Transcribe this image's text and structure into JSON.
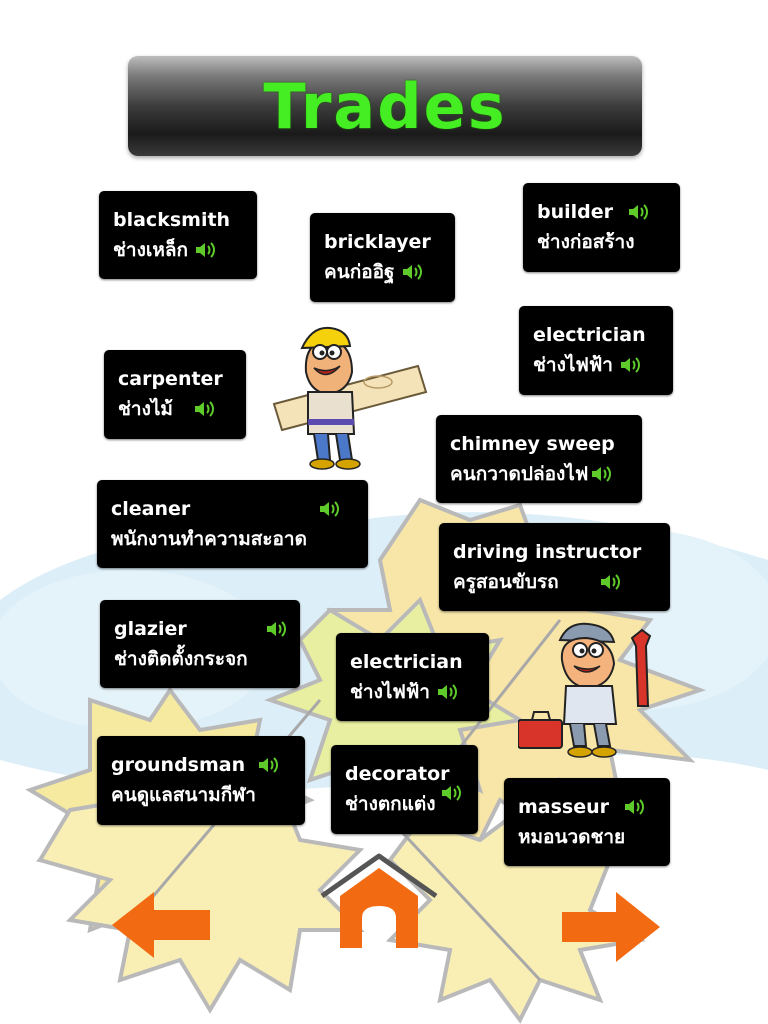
{
  "title": "Trades",
  "colors": {
    "title_green": "#44ee22",
    "card_bg": "#000000",
    "speaker_green": "#5ecb2a",
    "arrow_orange": "#f26b13"
  },
  "cards": [
    {
      "id": "blacksmith",
      "en": "blacksmith",
      "th": "ช่างเหล็ก"
    },
    {
      "id": "bricklayer",
      "en": "bricklayer",
      "th": "คนก่ออิฐ"
    },
    {
      "id": "builder",
      "en": "builder",
      "th": "ช่างก่อสร้าง"
    },
    {
      "id": "electrician-1",
      "en": "electrician",
      "th": "ช่างไฟฟ้า"
    },
    {
      "id": "carpenter",
      "en": "carpenter",
      "th": "ช่างไม้"
    },
    {
      "id": "chimney-sweep",
      "en": "chimney sweep",
      "th": "คนกวาดปล่องไฟ"
    },
    {
      "id": "cleaner",
      "en": "cleaner",
      "th": "พนักงานทำความสะอาด"
    },
    {
      "id": "driving-instructor",
      "en": "driving instructor",
      "th": "ครูสอนขับรถ"
    },
    {
      "id": "glazier",
      "en": "glazier",
      "th": "ช่างติดตั้งกระจก"
    },
    {
      "id": "electrician-2",
      "en": "electrician",
      "th": "ช่างไฟฟ้า"
    },
    {
      "id": "groundsman",
      "en": "groundsman",
      "th": "คนดูแลสนามกีฬา"
    },
    {
      "id": "decorator",
      "en": "decorator",
      "th": "ช่างตกแต่ง"
    },
    {
      "id": "masseur",
      "en": "masseur",
      "th": "หมอนวดชาย"
    }
  ],
  "nav": {
    "prev_icon": "arrow-left-icon",
    "home_icon": "home-icon",
    "next_icon": "arrow-right-icon"
  }
}
